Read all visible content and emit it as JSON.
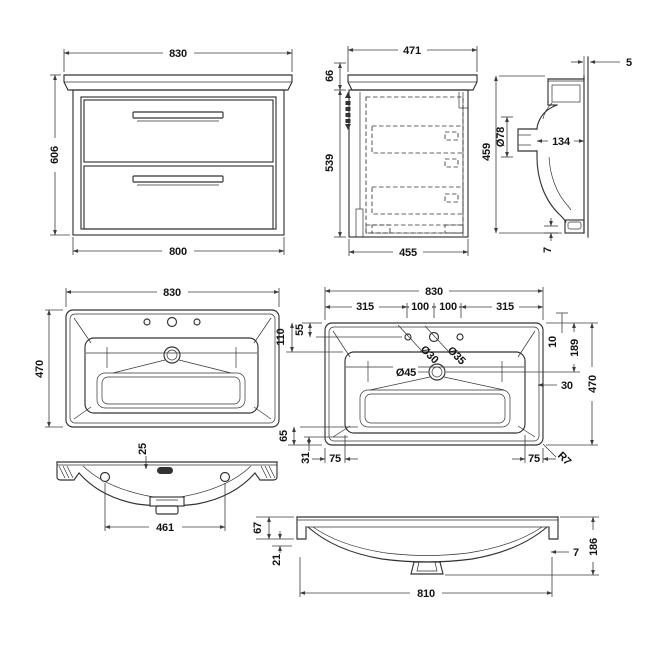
{
  "drawing": {
    "background": "#ffffff",
    "line_color": "#333333",
    "text_color": "#141414",
    "views": {
      "vanity_front": {
        "label": "vanity unit front view",
        "dims": {
          "width_top": "830",
          "height": "606",
          "width_bottom": "800"
        }
      },
      "vanity_side": {
        "label": "vanity unit side view",
        "dims": {
          "depth_top": "471",
          "worktop_height": "66",
          "cabinet_height": "539",
          "depth_bottom": "455"
        }
      },
      "basin_section_side": {
        "label": "basin side section view",
        "dims": {
          "wall_gap": "5",
          "overflow_diameter": "Ø78",
          "overflow_depth": "134",
          "overall_height": "459",
          "outlet_offset": "7"
        }
      },
      "basin_plan": {
        "label": "basin plan view",
        "dims": {
          "width": "830",
          "depth": "470"
        }
      },
      "basin_plan_detail": {
        "label": "basin plan detailed view",
        "dims": {
          "width": "830",
          "seg_left": "315",
          "seg_centre_left": "100",
          "seg_centre_right": "100",
          "seg_right": "315",
          "edge_to_tap": "55",
          "edge_to_bowl": "110",
          "tap_hole_small": "Ø30",
          "tap_hole_large": "Ø35",
          "waste_diameter": "Ø45",
          "back_rim": "10",
          "waste_offset": "189",
          "depth": "470",
          "side_rim": "30",
          "front_rim": "65",
          "front_lip": "31",
          "bowl_inset_left": "75",
          "bowl_inset_right": "75",
          "corner_radius": "R7"
        }
      },
      "basin_underside": {
        "label": "basin underside view",
        "dims": {
          "overflow_offset": "25",
          "fixing_centres": "461"
        }
      },
      "basin_section_front": {
        "label": "basin front section view",
        "dims": {
          "rim_height": "67",
          "lip_height": "21",
          "wall_thickness": "7",
          "overall_height": "186",
          "width": "810"
        }
      }
    }
  }
}
